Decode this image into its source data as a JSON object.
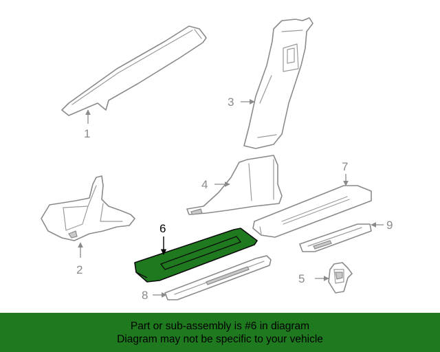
{
  "callouts": [
    {
      "id": "1",
      "label": "1"
    },
    {
      "id": "2",
      "label": "2"
    },
    {
      "id": "3",
      "label": "3"
    },
    {
      "id": "4",
      "label": "4"
    },
    {
      "id": "5",
      "label": "5"
    },
    {
      "id": "6",
      "label": "6"
    },
    {
      "id": "7",
      "label": "7"
    },
    {
      "id": "8",
      "label": "8"
    },
    {
      "id": "9",
      "label": "9"
    }
  ],
  "highlighted_part": "6",
  "colors": {
    "highlight": "#1f7a1f",
    "banner": "#1f7a1f",
    "line_art": "#8a8a8a"
  },
  "banner": {
    "line1": "Part or sub-assembly is #6 in diagram",
    "line2": "Diagram may not be specific to your vehicle"
  }
}
